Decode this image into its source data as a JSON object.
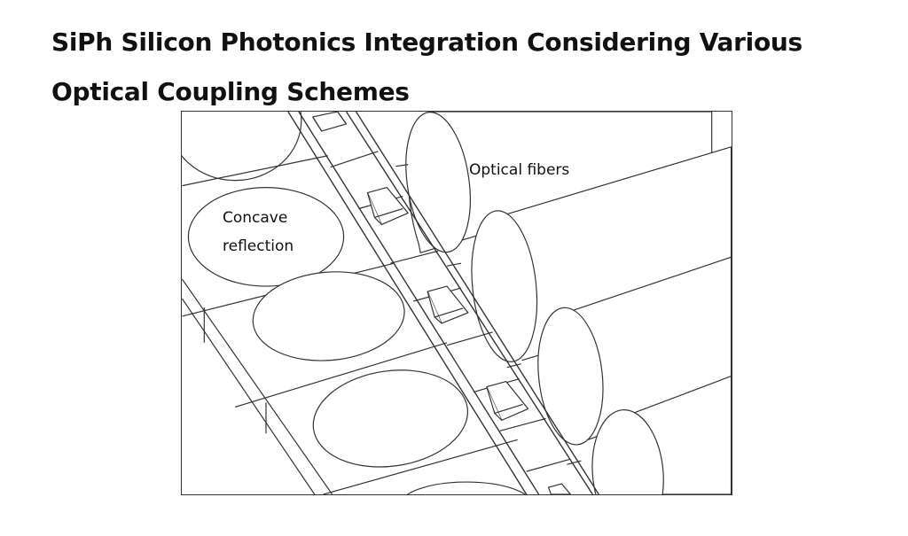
{
  "title": {
    "line1": "SiPh Silicon Photonics Integration Considering Various",
    "line2": "Optical Coupling Schemes"
  },
  "diagram": {
    "labels": {
      "concave_line1": "Concave",
      "concave_line2": "reflection",
      "fibers": "Optical fibers"
    },
    "colors": {
      "stroke": "#333333",
      "fill": "#ffffff"
    }
  }
}
